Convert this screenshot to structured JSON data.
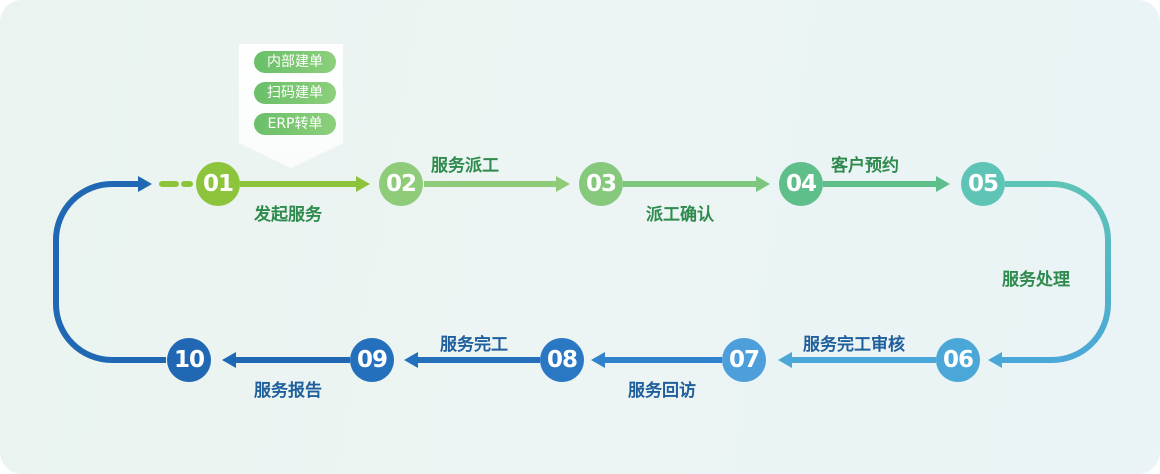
{
  "diagram": {
    "steps": [
      {
        "num": "01",
        "label": "发起服务",
        "color": "#8cc43c"
      },
      {
        "num": "02",
        "label": "服务派工",
        "color": "#8fcc7a"
      },
      {
        "num": "03",
        "label": "派工确认",
        "color": "#86c97c"
      },
      {
        "num": "04",
        "label": "客户预约",
        "color": "#5fbf8b"
      },
      {
        "num": "05",
        "label": "服务处理",
        "color": "#5ec4b6"
      },
      {
        "num": "06",
        "label": "服务完工审核",
        "color": "#4aa7d8"
      },
      {
        "num": "07",
        "label": "服务回访",
        "color": "#4c9fdb"
      },
      {
        "num": "08",
        "label": "服务完工",
        "color": "#2a78c4"
      },
      {
        "num": "09",
        "label": "服务报告",
        "color": "#2470bd"
      },
      {
        "num": "10",
        "label": "",
        "color": "#2068b4"
      }
    ],
    "creation_methods": [
      "内部建单",
      "扫码建单",
      "ERP转单"
    ]
  }
}
